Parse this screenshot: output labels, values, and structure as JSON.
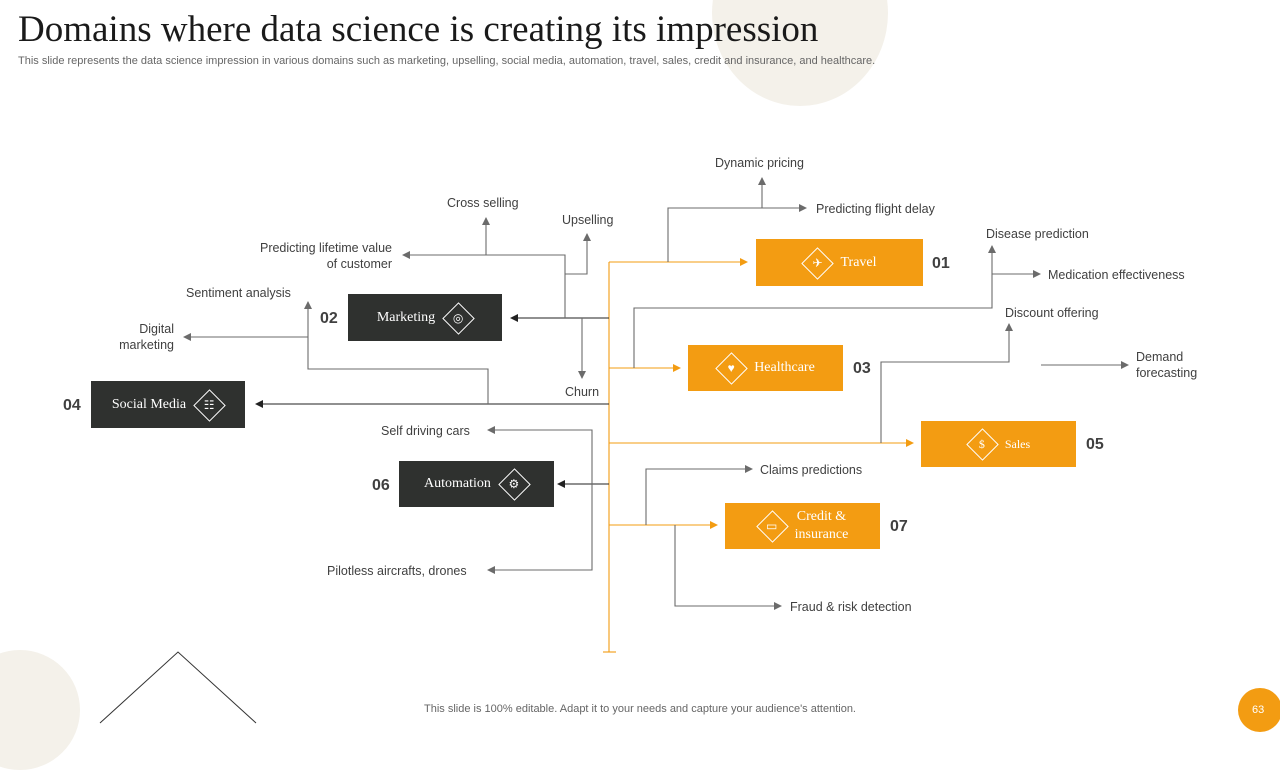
{
  "title": "Domains where data science is creating its impression",
  "subtitle": "This slide represents the data science impression in various domains such as marketing, upselling, social media, automation, travel, sales, credit and insurance, and healthcare.",
  "footer_note": "This slide is 100% editable. Adapt it to your needs and capture your audience's attention.",
  "page_number": "63",
  "colors": {
    "accent": "#f39c12",
    "dark_box": "#2f312f",
    "line_gray": "#6b6b6b"
  },
  "domains": {
    "travel": {
      "label": "Travel",
      "number": "01",
      "icon": "travel-icon"
    },
    "marketing": {
      "label": "Marketing",
      "number": "02",
      "icon": "target-icon"
    },
    "healthcare": {
      "label": "Healthcare",
      "number": "03",
      "icon": "healthcare-hands-icon"
    },
    "social_media": {
      "label": "Social Media",
      "number": "04",
      "icon": "social-media-icon"
    },
    "sales": {
      "label": "Sales",
      "number": "05",
      "icon": "sales-chart-icon"
    },
    "automation": {
      "label": "Automation",
      "number": "06",
      "icon": "gears-icon"
    },
    "credit_insurance": {
      "label_line1": "Credit &",
      "label_line2": "insurance",
      "number": "07",
      "icon": "credit-card-shield-icon"
    }
  },
  "labels": {
    "dynamic_pricing": "Dynamic pricing",
    "predicting_flight_delay": "Predicting flight delay",
    "cross_selling": "Cross selling",
    "upselling": "Upselling",
    "predicting_lifetime_line1": "Predicting lifetime value",
    "predicting_lifetime_line2": "of customer",
    "sentiment_analysis": "Sentiment analysis",
    "digital_marketing_line1": "Digital",
    "digital_marketing_line2": "marketing",
    "churn": "Churn",
    "disease_prediction": "Disease prediction",
    "medication_effectiveness": "Medication effectiveness",
    "discount_offering": "Discount offering",
    "demand_forecasting_line1": "Demand",
    "demand_forecasting_line2": "forecasting",
    "self_driving_cars": "Self driving  cars",
    "pilotless_aircrafts": "Pilotless aircrafts, drones",
    "claims_predictions": "Claims predictions",
    "fraud_risk_detection": "Fraud & risk detection"
  }
}
